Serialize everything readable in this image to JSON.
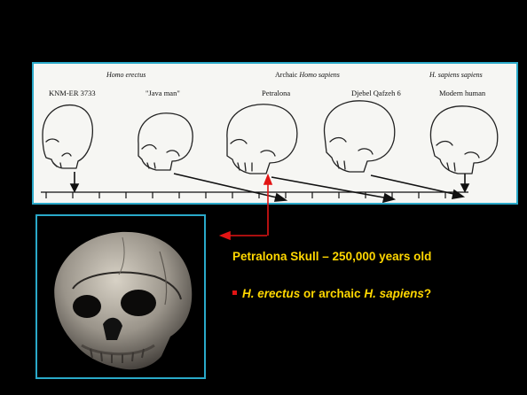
{
  "groups": {
    "homo_erectus": "Homo erectus",
    "archaic_prefix": "Archaic ",
    "archaic_italic": "Homo sapiens",
    "sapiens_sapiens": "H. sapiens sapiens"
  },
  "specimens": [
    "KNM-ER 3733",
    "\"Java man\"",
    "Petralona",
    "Djebel Qafzeh 6",
    "Modern human"
  ],
  "caption": "Petralona Skull – 250,000 years old",
  "bullet": {
    "part1": "H. erectus",
    "part2": " or archaic ",
    "part3": "H. sapiens",
    "part4": "?"
  },
  "colors": {
    "background": "#000000",
    "border": "#2aa9c9",
    "caption": "#ffd700",
    "arrow": "#e21414"
  }
}
